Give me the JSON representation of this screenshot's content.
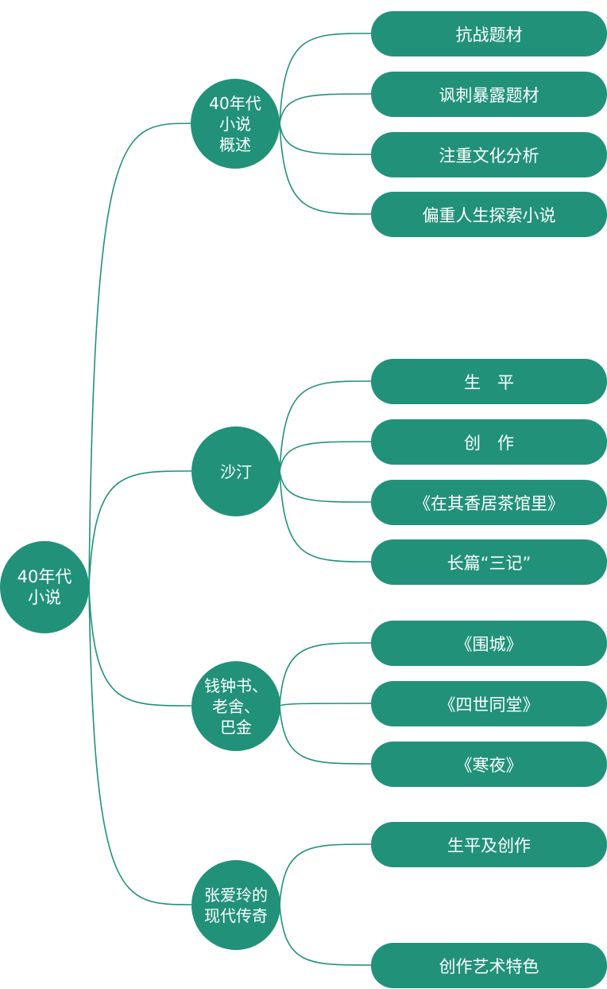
{
  "theme": {
    "node_color": "#22917a",
    "line_color": "#22917a",
    "text_color": "#ffffff",
    "background": "#ffffff"
  },
  "root": {
    "label": "40年代\n小说"
  },
  "branches": [
    {
      "label": "40年代\n小说\n概述",
      "leaves": [
        "抗战题材",
        "讽刺暴露题材",
        "注重文化分析",
        "偏重人生探索小说"
      ]
    },
    {
      "label": "沙汀",
      "leaves": [
        "生　平",
        "创　作",
        "《在其香居茶馆里》",
        "长篇“三记”"
      ]
    },
    {
      "label": "钱钟书、\n老舍、\n巴金",
      "leaves": [
        "《围城》",
        "《四世同堂》",
        "《寒夜》"
      ]
    },
    {
      "label": "张爱玲的\n现代传奇",
      "leaves": [
        "生平及创作",
        "创作艺术特色"
      ]
    }
  ]
}
